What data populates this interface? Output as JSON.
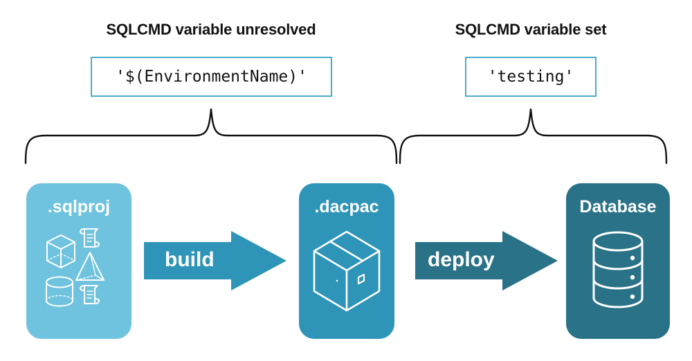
{
  "palette": {
    "light_blue": "#6FC3DE",
    "mid_teal": "#2E95B8",
    "dark_teal": "#2A7287",
    "border_blue": "#4AABC9",
    "brace_black": "#111111",
    "white": "#FFFFFF"
  },
  "sections": {
    "left": {
      "title": "SQLCMD variable unresolved",
      "code_value": "'$(EnvironmentName)'"
    },
    "right": {
      "title": "SQLCMD variable set",
      "code_value": "'testing'"
    }
  },
  "pipeline": {
    "stages": [
      {
        "label": ".sqlproj",
        "icons": [
          "cube-icon",
          "script-scroll-icon",
          "pyramid-icon",
          "cylinder-icon",
          "script-scroll-icon"
        ]
      },
      {
        "label": ".dacpac",
        "icons": [
          "package-box-icon"
        ]
      },
      {
        "label": "Database",
        "icons": [
          "database-cylinder-icon"
        ]
      }
    ],
    "arrows": [
      {
        "label": "build",
        "color": "#2E95B8"
      },
      {
        "label": "deploy",
        "color": "#2A7287"
      }
    ]
  }
}
